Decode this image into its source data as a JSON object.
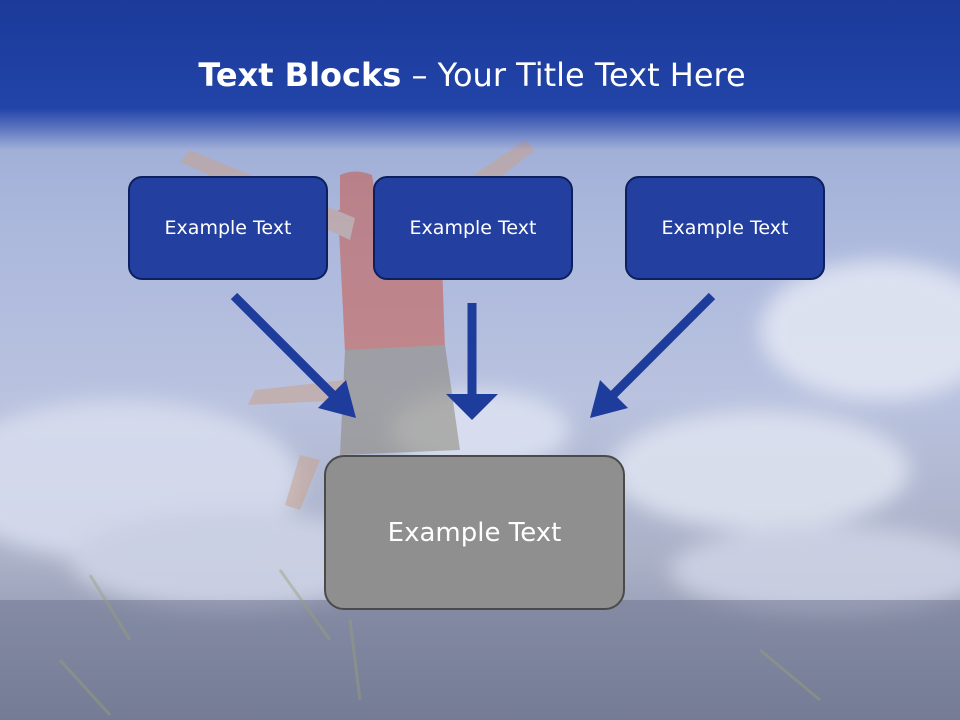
{
  "title": {
    "bold": "Text Blocks",
    "rest": " – Your Title Text Here"
  },
  "blocks": [
    {
      "label": "Example Text"
    },
    {
      "label": "Example Text"
    },
    {
      "label": "Example Text"
    }
  ],
  "result": {
    "label": "Example Text"
  },
  "colors": {
    "title_bar": "#2244a8",
    "block_fill": "#2340a0",
    "arrow": "#1e3c9c",
    "result_fill": "#8f8f8f"
  }
}
